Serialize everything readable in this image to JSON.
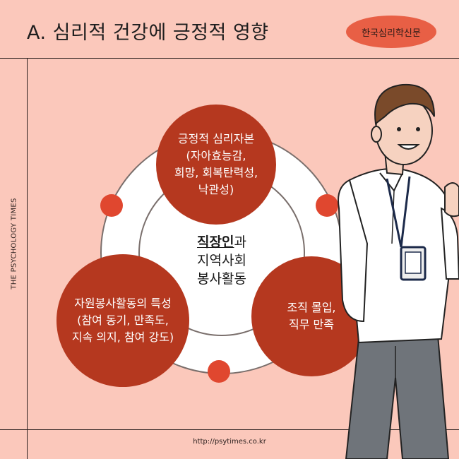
{
  "header": {
    "title": "A. 심리적 건강에 긍정적 영향",
    "badge": "한국심리학신문"
  },
  "side_label": "THE PSYCHOLOGY TIMES",
  "diagram": {
    "center": {
      "line1_underlined": "직장인",
      "line1_rest": "과",
      "line2": "지역사회",
      "line3": "봉사활동"
    },
    "top_node": "긍정적 심리자본\n(자아효능감,\n희망, 회복탄력성,\n낙관성)",
    "left_node": "자원봉사활동의 특성\n(참여 동기, 만족도,\n지속 의지, 참여 강도)",
    "right_node": "조직 몰입,\n직무 만족"
  },
  "footer": {
    "url": "http://psytimes.co.kr"
  },
  "colors": {
    "background": "#fbc8bb",
    "bubble": "#b5381f",
    "accent_dot": "#e0472f",
    "badge": "#e85f45"
  }
}
